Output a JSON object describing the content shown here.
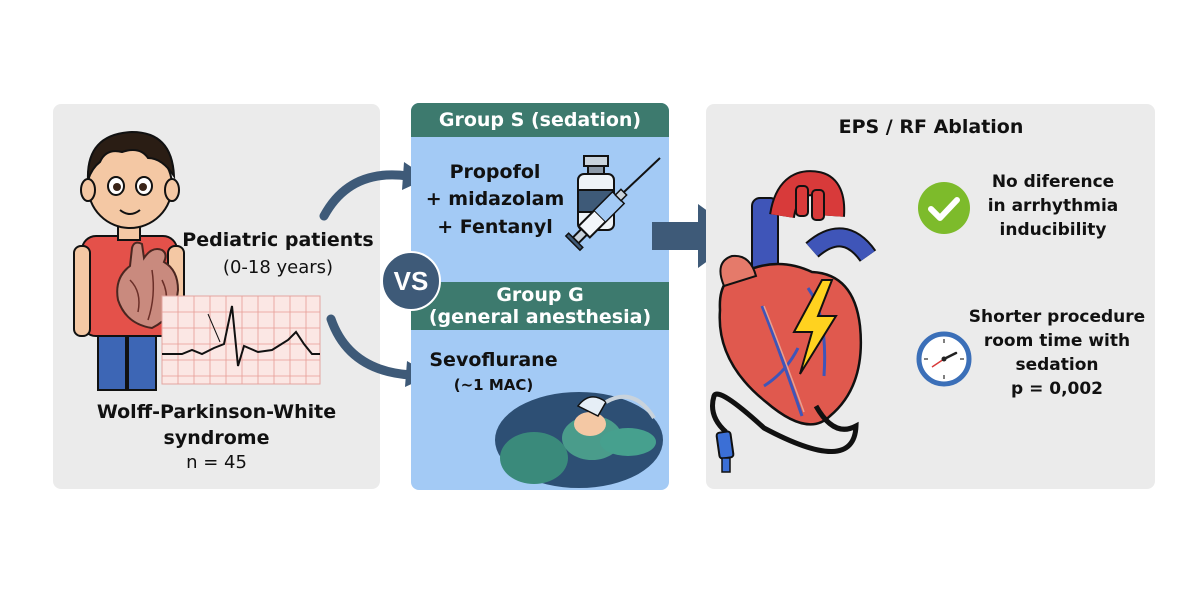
{
  "left_panel": {
    "population_title": "Pediatric patients",
    "population_age": "(0-18 years)",
    "condition_line1": "Wolff-Parkinson-White",
    "condition_line2": "syndrome",
    "sample_size": "n = 45"
  },
  "vs_label": "VS",
  "group_s": {
    "header": "Group S (sedation)",
    "drug_line1": "Propofol",
    "drug_line2": "+ midazolam",
    "drug_line3": "+ Fentanyl"
  },
  "group_g": {
    "header_line1": "Group G",
    "header_line2": "(general anesthesia)",
    "drug": "Sevoflurane",
    "dose": "(~1 MAC)"
  },
  "right_panel": {
    "title": "EPS / RF Ablation",
    "result1_line1": "No diference",
    "result1_line2": "in arrhythmia",
    "result1_line3": "inducibility",
    "result2_line1": "Shorter procedure",
    "result2_line2": "room time with",
    "result2_line3": "sedation",
    "result2_line4": "p = 0,002"
  },
  "icons": {
    "check": "check-circle-icon",
    "clock": "clock-icon",
    "heart": "heart-icon",
    "syringe": "syringe-icon",
    "vial": "vial-icon"
  },
  "colors": {
    "group_header": "#3d7a6e",
    "group_body": "#a3caf5",
    "arrow": "#3e5a78",
    "panel_gray": "#ebebeb",
    "check_green": "#7dbb2b",
    "clock_blue": "#3b6fb8"
  }
}
